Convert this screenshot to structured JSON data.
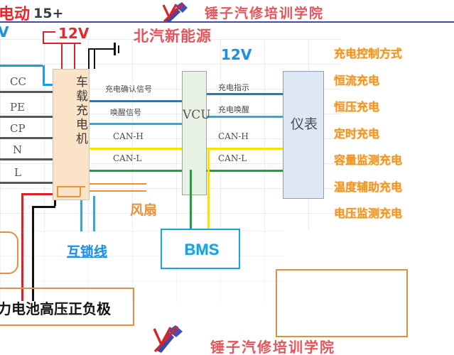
{
  "meta": {
    "title": "北汽新能源 车载充电机 充电系统线路图",
    "brand_label": "北汽新能源"
  },
  "watermark": {
    "top_text": "锤子汽修培训学院",
    "bottom_text": "锤子汽修培训学院",
    "logo_name": "hammer-wrench-logo"
  },
  "top_labels": {
    "motor": "电动",
    "fifteen_plus": "15+",
    "twelve_v_left": "V",
    "twelve_v_supply": "12V",
    "twelve_v_center": "12V"
  },
  "blocks": {
    "obc": "车载充电机",
    "vcu": "VCU",
    "meter": "仪表",
    "bms": "BMS"
  },
  "terminals": {
    "items": [
      "CC",
      "PE",
      "CP",
      "N",
      "L"
    ]
  },
  "signals": {
    "left": [
      {
        "label": "充电确认信号"
      },
      {
        "label": "唤醒信号"
      },
      {
        "label": "CAN-H"
      },
      {
        "label": "CAN-L"
      }
    ],
    "right": [
      {
        "label": "充电指示"
      },
      {
        "label": "充电唤醒"
      },
      {
        "label": "CAN-H"
      },
      {
        "label": "CAN-L"
      }
    ]
  },
  "callouts": {
    "fan": "风扇",
    "interlock": "互锁线",
    "hv_battery": "力电池高压正负极"
  },
  "charge_control": {
    "heading": "充电控制方式",
    "modes": [
      "恒流充电",
      "恒压充电",
      "定时充电",
      "容量监测充电",
      "温度辅助充电",
      "电压监测充电"
    ]
  },
  "colors": {
    "obc_fill": "#fbe3c8",
    "vcu_fill": "#e8f3e5",
    "meter_fill": "#dde8f3",
    "bms_stroke": "#17a2e0",
    "wire_dark_blue": "#1a7fc1",
    "wire_light_blue": "#2eaae0",
    "wire_yellow": "#f5e400",
    "wire_green": "#15a538",
    "wire_orange": "#e8913c",
    "wire_red": "#d8232a",
    "wire_black": "#111111",
    "wire_gray": "#585858",
    "accent_orange": "#f0941f",
    "accent_red": "#e8262b",
    "accent_blue": "#1f8fe0"
  }
}
